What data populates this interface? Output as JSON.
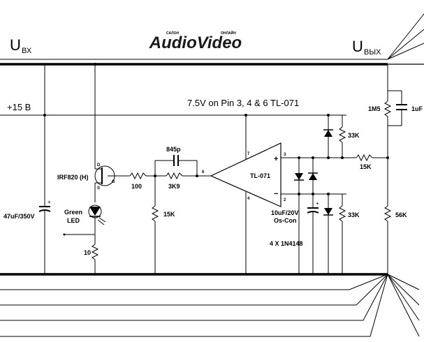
{
  "brand": {
    "name": "AudioVideo",
    "tag_left": "САЛОН",
    "tag_right": "ОНЛАЙН",
    "color": "#1a1a1a"
  },
  "io": {
    "input": {
      "main": "U",
      "sub": "ВХ"
    },
    "output": {
      "main": "U",
      "sub": "ВЫХ"
    }
  },
  "supply": {
    "label": "+15 В"
  },
  "note": "7.5V on Pin 3, 4 & 6 TL-071",
  "components": {
    "mosfet": {
      "label": "IRF820 (H)",
      "pin_d": "D",
      "pin_g": "G",
      "pin_s": "S"
    },
    "led": {
      "label_line1": "Green",
      "label_line2": "LED"
    },
    "r_gate": "100",
    "r_led": "10",
    "c_input": "47uF/350V",
    "r_bias_left": "15K",
    "c_feedback": "845p",
    "r_feedback": "3K9",
    "opamp": {
      "label": "TL-071",
      "plus": "+",
      "minus": "−",
      "pin6": "6",
      "pin7": "7",
      "pin4": "4",
      "pin3": "3",
      "pin2": "2"
    },
    "r_33k_top": "33K",
    "r_33k_bottom": "33K",
    "r_series": "15K",
    "r_1m5": "1M5",
    "c_out": "1uF",
    "r_56k": "56K",
    "c_oscon": {
      "line1": "10uF/20V",
      "line2": "Os-Con"
    },
    "diodes": "4 X 1N4148"
  },
  "colors": {
    "ink": "#000000",
    "paper": "#ffffff"
  }
}
